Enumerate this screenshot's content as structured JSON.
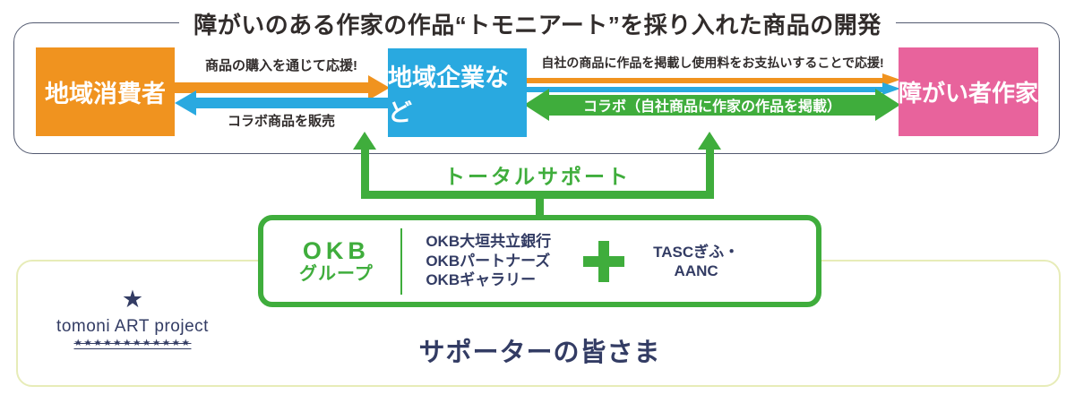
{
  "colors": {
    "orange": "#f0931f",
    "blue": "#29a9e0",
    "pink": "#e8639c",
    "green": "#3fad3c",
    "navy": "#333c64",
    "frame_border": "#535a70",
    "bottom_frame_border": "#e7ecb8",
    "text_dark": "#312c2b"
  },
  "top_section": {
    "title": "障がいのある作家の作品“トモニアート”を採り入れた商品の開発",
    "boxes": {
      "consumer": {
        "label": "地域消費者"
      },
      "company": {
        "label": "地域企業など"
      },
      "artist": {
        "label": "障がい者作家"
      }
    },
    "left_flow": {
      "purchase_label": "商品の購入を通じて応援!",
      "sell_label": "コラボ商品を販売"
    },
    "right_flow": {
      "royalty_label": "自社の商品に作品を掲載し使用料をお支払いすることで応援!",
      "collab_label": "コラボ（自社商品に作家の作品を掲載）"
    }
  },
  "support": {
    "label": "トータルサポート",
    "okb_group": {
      "name_line1": "OKB",
      "name_line2": "グループ",
      "members": [
        "OKB大垣共立銀行",
        "OKBパートナーズ",
        "OKBギャラリー"
      ],
      "plus_icon": "plus",
      "partner_line1": "TASCぎふ・",
      "partner_line2": "AANC"
    }
  },
  "bottom_section": {
    "logo": {
      "big_star": "★",
      "text": "tomoni ART project",
      "star_row": "★★★★★★★★★★★★"
    },
    "supporters_label": "サポーターの皆さま"
  }
}
